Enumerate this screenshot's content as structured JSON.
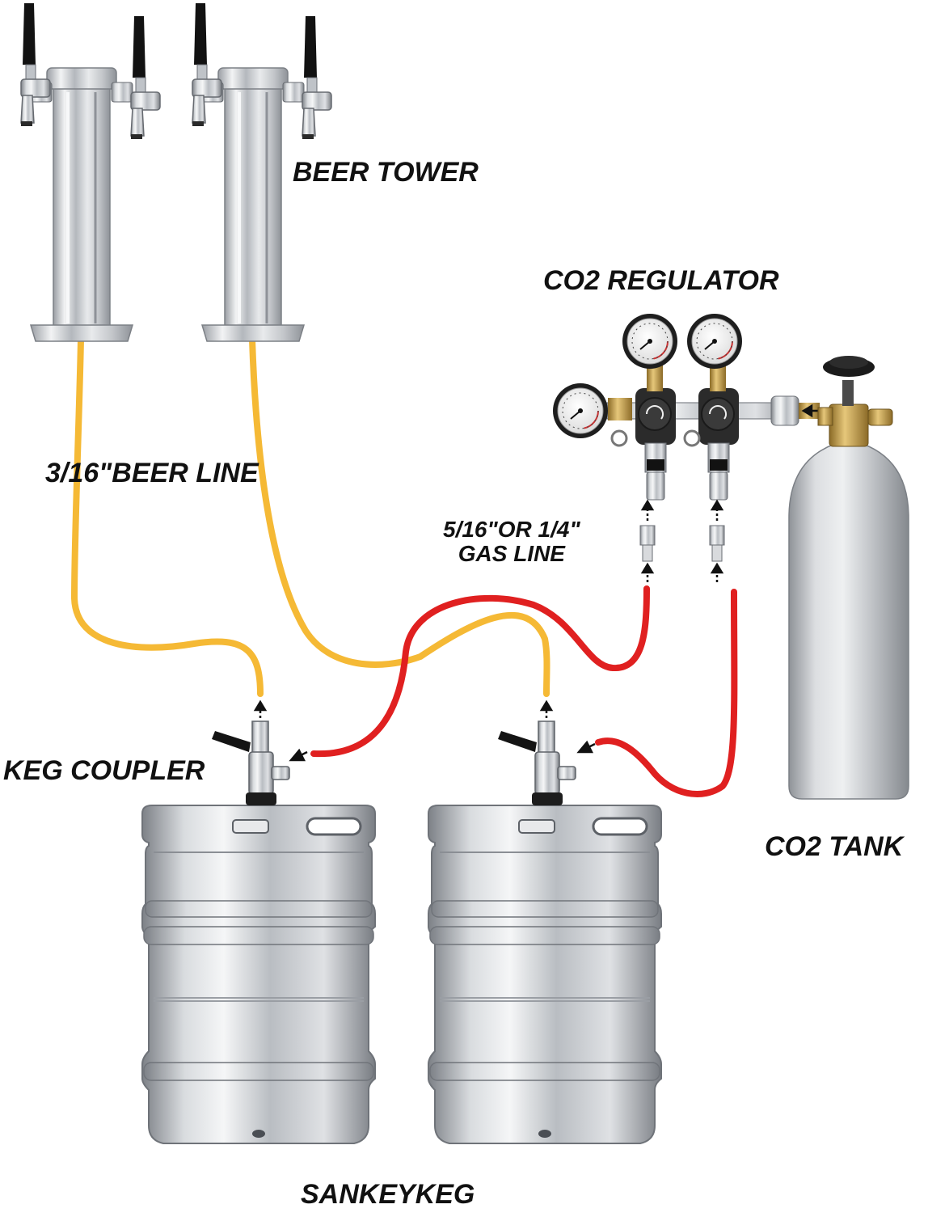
{
  "diagram": {
    "labels": {
      "beer_tower": "BEER TOWER",
      "beer_line": "3/16\"BEER LINE",
      "co2_regulator": "CO2 REGULATOR",
      "gas_line_1": "5/16\"OR 1/4\"",
      "gas_line_2": "GAS LINE",
      "keg_coupler": "KEG COUPLER",
      "co2_tank": "CO2 TANK",
      "sankey_keg": "SANKEYKEG"
    },
    "colors": {
      "beer_line": "#f5b935",
      "gas_line": "#e02020",
      "steel": "#c9ccd0",
      "dark_steel": "#8c9096",
      "handle": "#151515",
      "brass": "#c9a24a",
      "aluminum": "#c4c7cb"
    },
    "components": [
      {
        "id": "beer-tower",
        "count": 2,
        "taps_per_tower": 2
      },
      {
        "id": "keg",
        "count": 2
      },
      {
        "id": "keg-coupler",
        "count": 2
      },
      {
        "id": "co2-regulator",
        "gauges": 3
      },
      {
        "id": "co2-tank",
        "count": 1
      }
    ]
  }
}
